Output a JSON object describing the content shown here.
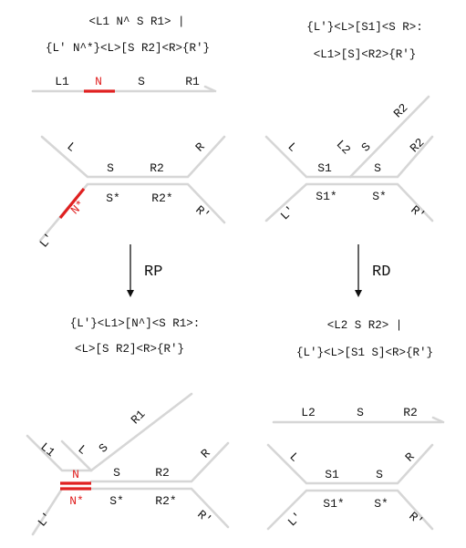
{
  "colors": {
    "strand": "#d6d6d6",
    "highlight": "#e02020",
    "text": "#111111"
  },
  "top_left": {
    "eq_line1": "<L1 N^ S R1> |",
    "eq_line2": "{L' N^*}<L>[S R2]<R>{R'}",
    "single": {
      "l1": "L1",
      "n": "N",
      "s": "S",
      "r1": "R1"
    },
    "complex": {
      "l": "L",
      "r": "R",
      "s": "S",
      "r2": "R2",
      "ns": "N*",
      "ss": "S*",
      "r2s": "R2*",
      "lp": "L'",
      "rp": "R'"
    }
  },
  "top_right": {
    "eq_line1": "{L'}<L>[S1]<S R>:",
    "eq_line2": "<L1>[S]<R2>{R'}",
    "complex": {
      "l": "L",
      "l2": "L2",
      "s": "S",
      "r2a": "R2",
      "r2b": "R2",
      "s1": "S1",
      "s_b": "S",
      "s1s": "S1*",
      "ss": "S*",
      "lp": "L'",
      "rp": "R'"
    }
  },
  "arrows": {
    "left": "RP",
    "right": "RD"
  },
  "bottom_left": {
    "eq_line1": "{L'}<L1>[N^]<S R1>:",
    "eq_line2": "<L>[S R2]<R>{R'}",
    "complex": {
      "l1": "L1",
      "l": "L",
      "s_arm": "S",
      "r1": "R1",
      "r": "R",
      "n": "N",
      "s": "S",
      "r2": "R2",
      "ns": "N*",
      "ss": "S*",
      "r2s": "R2*",
      "lp": "L'",
      "rp": "R'"
    }
  },
  "bottom_right": {
    "eq_line1": "<L2 S R2> |",
    "eq_line2": "{L'}<L>[S1 S]<R>{R'}",
    "single": {
      "l2": "L2",
      "s": "S",
      "r2": "R2"
    },
    "complex": {
      "l": "L",
      "r": "R",
      "s1": "S1",
      "s": "S",
      "s1s": "S1*",
      "ss": "S*",
      "lp": "L'",
      "rp": "R'"
    }
  }
}
